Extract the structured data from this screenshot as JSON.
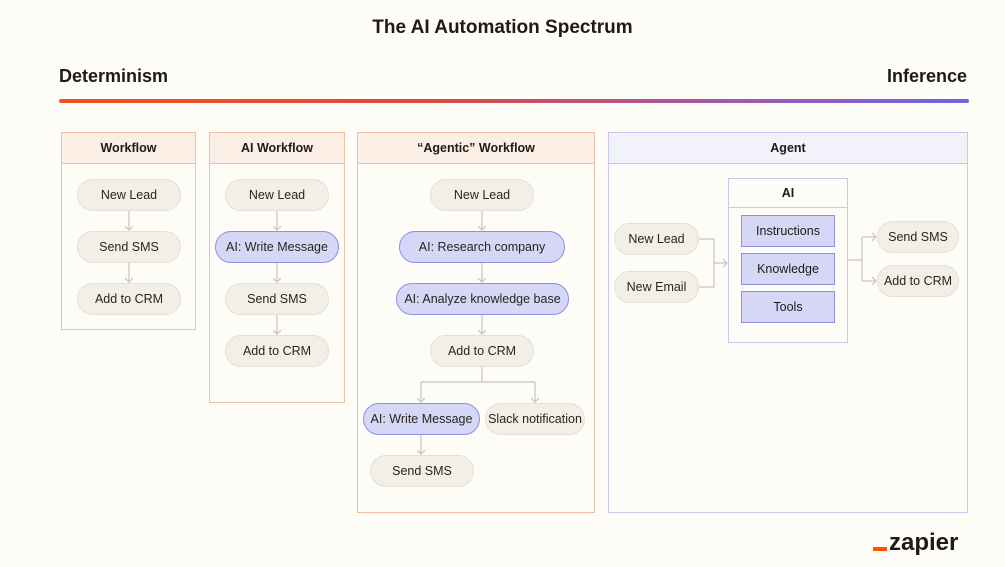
{
  "title": "The AI Automation Spectrum",
  "axis": {
    "left": "Determinism",
    "right": "Inference"
  },
  "colors": {
    "gradient_start": "#f0521f",
    "gradient_end": "#6f64e6",
    "ai_step": "#d6d6f7",
    "step": "#f2efe6"
  },
  "panels": {
    "workflow": {
      "title": "Workflow",
      "steps": [
        "New Lead",
        "Send SMS",
        "Add to CRM"
      ]
    },
    "ai_workflow": {
      "title": "AI Workflow",
      "steps": [
        "New Lead",
        "AI: Write Message",
        "Send SMS",
        "Add to CRM"
      ]
    },
    "agentic": {
      "title": "“Agentic” Workflow",
      "steps": [
        "New Lead",
        "AI: Research company",
        "AI: Analyze knowledge base",
        "Add to CRM",
        "AI: Write Message",
        "Slack notification",
        "Send SMS"
      ]
    },
    "agent": {
      "title": "Agent",
      "triggers": [
        "New Lead",
        "New Email"
      ],
      "ai_label": "AI",
      "ai_components": [
        "Instructions",
        "Knowledge",
        "Tools"
      ],
      "actions": [
        "Send SMS",
        "Add to CRM"
      ]
    }
  },
  "logo": {
    "text": "zapier",
    "icon": "underscore-mark"
  }
}
